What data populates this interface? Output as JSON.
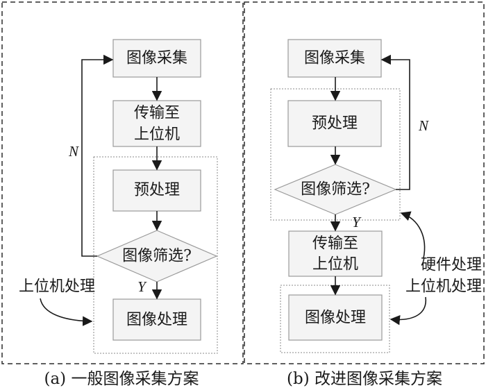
{
  "panel_a": {
    "caption": "(a) 一般图像采集方案",
    "nodes": {
      "acquire": "图像采集",
      "transfer_1": "传输至",
      "transfer_2": "上位机",
      "preprocess": "预处理",
      "screen": "图像筛选?",
      "process": "图像处理"
    },
    "edge_no": "N",
    "edge_yes": "Y",
    "host_label": "上位机处理"
  },
  "panel_b": {
    "caption": "(b) 改进图像采集方案",
    "nodes": {
      "acquire": "图像采集",
      "preprocess": "预处理",
      "screen": "图像筛选?",
      "transfer_1": "传输至",
      "transfer_2": "上位机",
      "process": "图像处理"
    },
    "edge_no": "N",
    "edge_yes": "Y",
    "hardware_label": "硬件处理",
    "host_label": "上位机处理"
  },
  "colors": {
    "box_stroke": "#9a9a9a",
    "box_fill": "#f4f4f4",
    "arrow": "#1a1a1a",
    "group_border": "#8a8a8a",
    "panel_border": "#2a2a2a"
  }
}
